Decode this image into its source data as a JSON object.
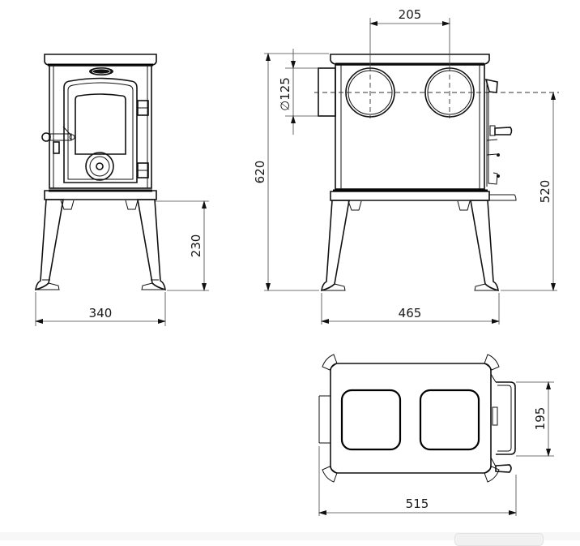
{
  "drawing": {
    "subject": "Wood stove technical drawing",
    "views": {
      "front": {
        "label": "front-view",
        "badge": "logo plate"
      },
      "side": {
        "label": "side-view"
      },
      "top": {
        "label": "top-view"
      }
    }
  },
  "dimensions": {
    "front_width": "340",
    "leg_height": "230",
    "flue_spacing": "205",
    "flue_diameter": "∅125",
    "overall_height": "620",
    "flue_center_height": "520",
    "side_depth": "465",
    "top_depth": "515",
    "top_handle_width": "195"
  },
  "units": "mm",
  "footer": {
    "button_label": ""
  }
}
